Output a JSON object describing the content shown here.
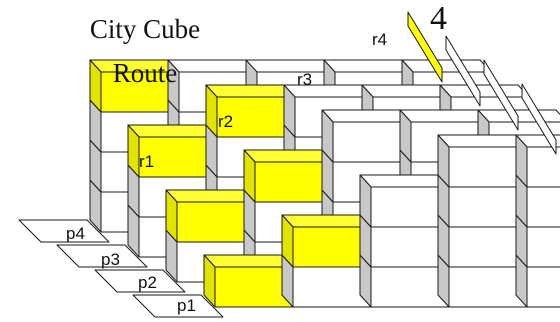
{
  "title": {
    "line1": "City Cube",
    "line2": "Route"
  },
  "number": "4",
  "rows": [
    {
      "r": "r1",
      "p": "p1"
    },
    {
      "r": "r2",
      "p": "p2"
    },
    {
      "r": "r3",
      "p": "p3"
    },
    {
      "r": "r4",
      "p": "p4"
    }
  ],
  "colors": {
    "yellow_front": "#ffff00",
    "yellow_side": "#e3e300",
    "yellow_top": "#ffff33",
    "gray_side": "#c8c8c8",
    "white": "#ffffff",
    "outline": "#1a1a1a"
  }
}
